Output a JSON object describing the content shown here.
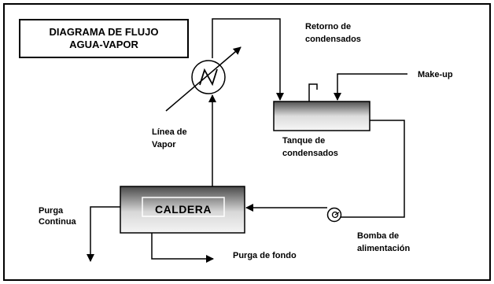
{
  "title": {
    "line1": "DIAGRAMA DE FLUJO",
    "line2": "AGUA-VAPOR"
  },
  "labels": {
    "retorno_1": "Retorno de",
    "retorno_2": "condensados",
    "makeup": "Make-up",
    "linea_1": "Línea de",
    "linea_2": "Vapor",
    "tanque_1": "Tanque de",
    "tanque_2": "condensados",
    "caldera": "CALDERA",
    "purga_cont_1": "Purga",
    "purga_cont_2": "Continua",
    "purga_fondo": "Purga de fondo",
    "bomba_1": "Bomba de",
    "bomba_2": "alimentación"
  },
  "icons": {
    "heat_exchanger": "heat-exchanger-icon",
    "pump": "pump-icon"
  },
  "colors": {
    "line": "#000000",
    "vessel_dark": "#555555",
    "vessel_light": "#e8e8e8"
  }
}
